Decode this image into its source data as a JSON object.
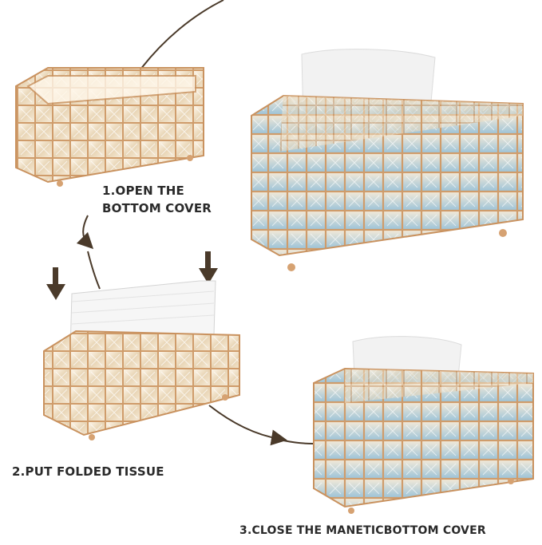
{
  "colors": {
    "accent": "#4a3a2a",
    "gold": "#d8a877",
    "crystal": "#e9dcc6",
    "crystal_blue": "#8fb8cf",
    "label": "#2a2a2a"
  },
  "steps": [
    {
      "lines": [
        "1.OPEN THE",
        "BOTTOM COVER"
      ]
    },
    {
      "lines": [
        "2.PUT FOLDED TISSUE"
      ]
    },
    {
      "lines": [
        "3.CLOSE THE MANETICBOTTOM COVER"
      ]
    }
  ],
  "icons": {
    "arrow": "down-arrow-icon",
    "curve_arrow": "curved-flow-arrow-icon"
  }
}
